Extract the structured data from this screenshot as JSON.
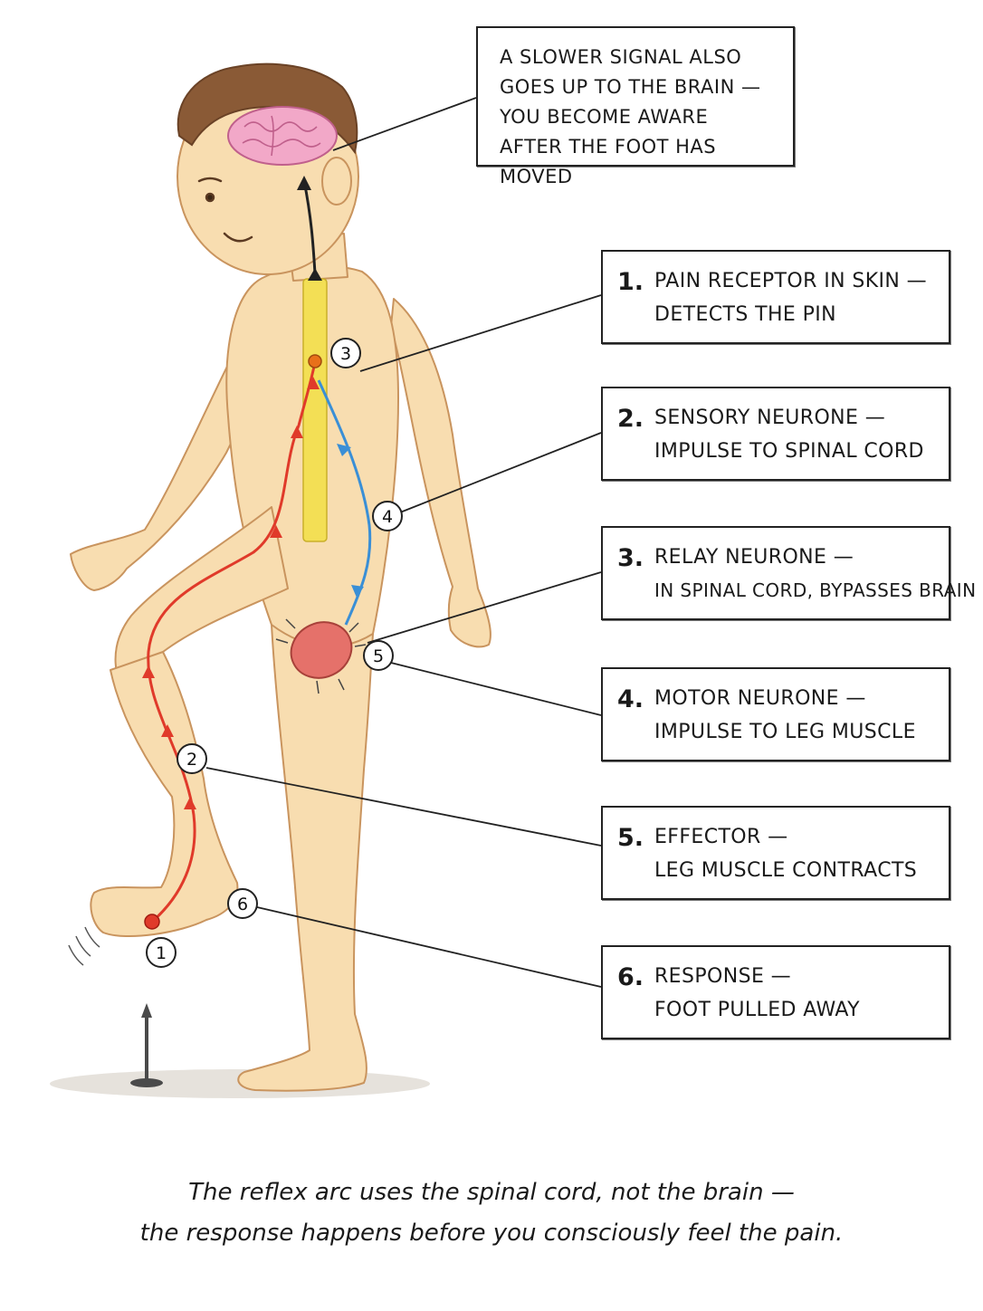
{
  "brain_note": {
    "lines": [
      "A SLOWER SIGNAL ALSO",
      "GOES UP TO THE BRAIN —",
      "YOU BECOME AWARE",
      "AFTER THE FOOT HAS MOVED"
    ]
  },
  "steps": [
    {
      "num": "1.",
      "line1": "PAIN RECEPTOR IN SKIN —",
      "line2": "DETECTS THE PIN"
    },
    {
      "num": "2.",
      "line1": "SENSORY NEURONE —",
      "line2": "IMPULSE TO SPINAL CORD"
    },
    {
      "num": "3.",
      "line1": "RELAY NEURONE —",
      "line2": "IN SPINAL CORD, BYPASSES BRAIN"
    },
    {
      "num": "4.",
      "line1": "MOTOR NEURONE —",
      "line2": "IMPULSE TO LEG MUSCLE"
    },
    {
      "num": "5.",
      "line1": "EFFECTOR —",
      "line2": "LEG MUSCLE CONTRACTS"
    },
    {
      "num": "6.",
      "line1": "RESPONSE —",
      "line2": "FOOT PULLED AWAY"
    }
  ],
  "markers": [
    "1",
    "2",
    "3",
    "4",
    "5",
    "6"
  ],
  "caption": {
    "line1": "The reflex arc uses the spinal cord, not the brain —",
    "line2": "the response happens before you consciously feel the pain."
  },
  "colors": {
    "skin": "#f8ddb0",
    "skin_outline": "#c9945e",
    "hair": "#8a5a36",
    "brain": "#f2a8c8",
    "spinal_cord": "#f3df55",
    "sensory_path": "#e03a2a",
    "motor_path": "#3a8fd6",
    "muscle": "#e5716a",
    "relay_dot": "#e8701a"
  }
}
